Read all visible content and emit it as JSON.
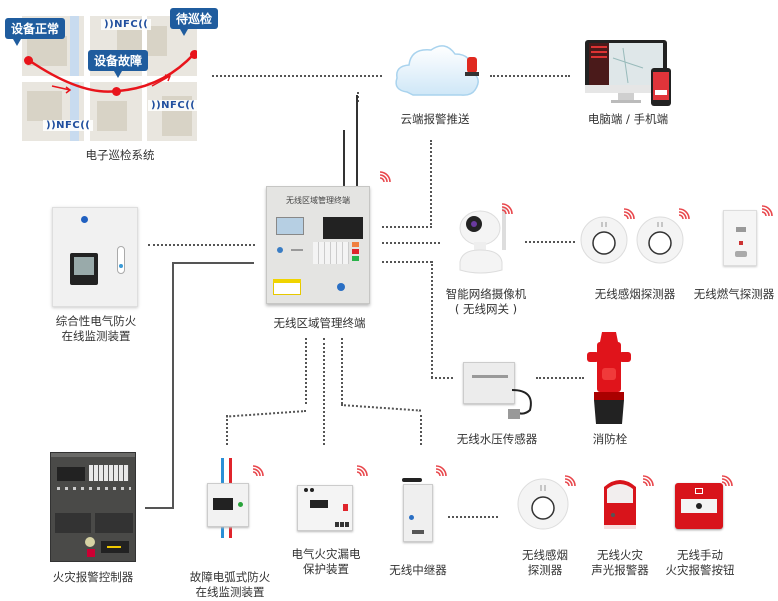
{
  "patrol": {
    "title": "电子巡检系统",
    "callouts": [
      "设备正常",
      "设备故障",
      "待巡检"
    ],
    "nfc_label": "NFC"
  },
  "cloud": {
    "label": "云端报警推送"
  },
  "clients": {
    "label": "电脑端 / 手机端"
  },
  "terminal": {
    "label": "无线区域管理终端",
    "panel_title": "无线区域管理终端"
  },
  "electric_monitor": {
    "label_line1": "综合性电气防火",
    "label_line2": "在线监测装置"
  },
  "camera": {
    "label_line1": "智能网络摄像机",
    "label_line2": "( 无线网关 )"
  },
  "smoke_pair": {
    "label": "无线感烟探测器"
  },
  "gas": {
    "label": "无线燃气探测器"
  },
  "pressure": {
    "label": "无线水压传感器"
  },
  "hydrant": {
    "label": "消防栓"
  },
  "fire_controller": {
    "label": "火灾报警控制器"
  },
  "arc": {
    "label_line1": "故障电弧式防火",
    "label_line2": "在线监测装置"
  },
  "leakage": {
    "label_line1": "电气火灾漏电",
    "label_line2": "保护装置"
  },
  "repeater": {
    "label": "无线中继器"
  },
  "smoke_single": {
    "label_line1": "无线感烟",
    "label_line2": "探测器"
  },
  "alarm_light": {
    "label_line1": "无线火灾",
    "label_line2": "声光报警器"
  },
  "manual_button": {
    "label_line1": "无线手动",
    "label_line2": "火灾报警按钮"
  },
  "colors": {
    "signal": "#e8474c",
    "callout": "#1f5c9e",
    "route": "#e8141b",
    "line": "#555555"
  }
}
